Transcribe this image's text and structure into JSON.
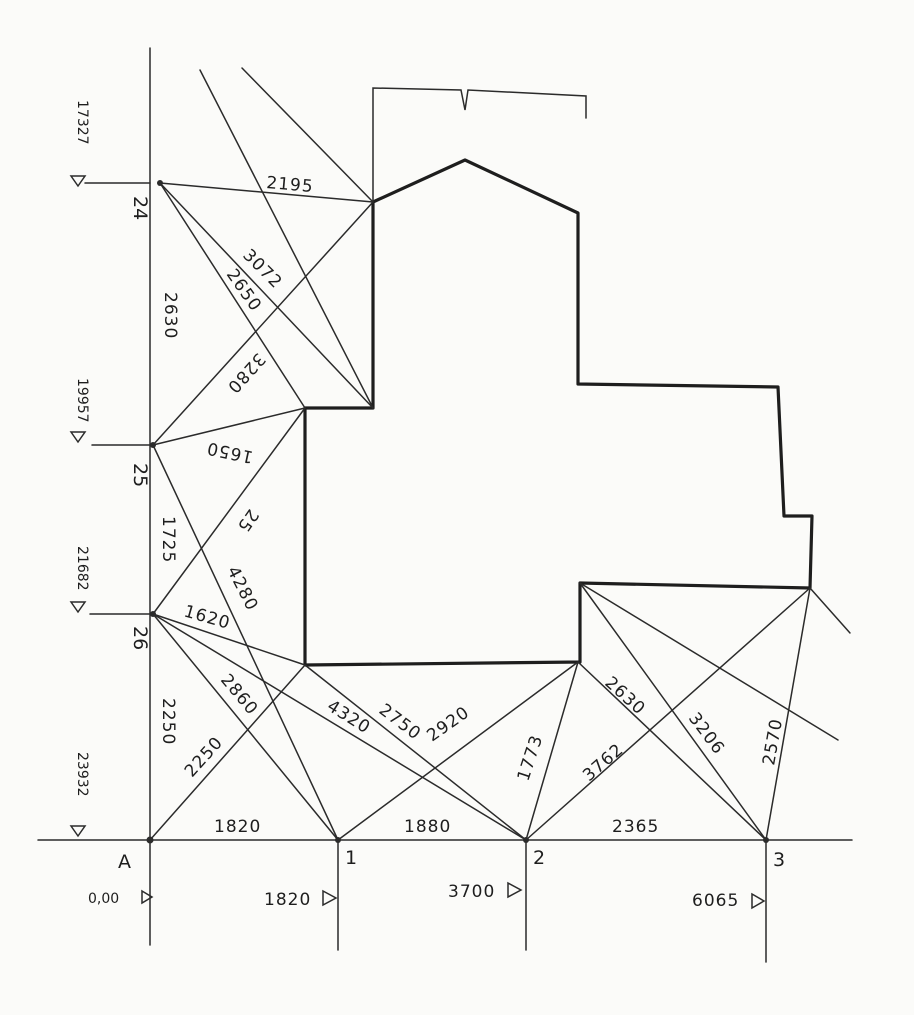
{
  "stations": {
    "A": {
      "label": "A",
      "chainage": "0,00"
    },
    "s1": {
      "label": "1",
      "chainage": "1820"
    },
    "s2": {
      "label": "2",
      "chainage": "3700"
    },
    "s3": {
      "label": "3",
      "chainage": "6065"
    },
    "s24": {
      "label": "24",
      "chainage": "17327"
    },
    "s25": {
      "label": "25",
      "chainage": "19957"
    },
    "s26": {
      "label": "26",
      "chainage": "21682"
    },
    "sA_left": {
      "chainage": "23932"
    }
  },
  "base_distances": {
    "A_1": "1820",
    "1_2": "1880",
    "2_3": "2365",
    "A_26": "2250",
    "26_25": "1725",
    "25_24": "2630"
  },
  "tie_distances": {
    "d2195": "2195",
    "d3072": "3072",
    "d2650": "2650",
    "d3280": "3280",
    "d1650": "1650",
    "d25": "25",
    "d4280": "4280",
    "d1620": "1620",
    "d2860": "2860",
    "d2250b": "2250",
    "d4320": "4320",
    "d2750": "2750",
    "d2920": "2920",
    "d1773": "1773",
    "d3762": "3762",
    "d2630b": "2630",
    "d3206": "3206",
    "d2570": "2570"
  }
}
